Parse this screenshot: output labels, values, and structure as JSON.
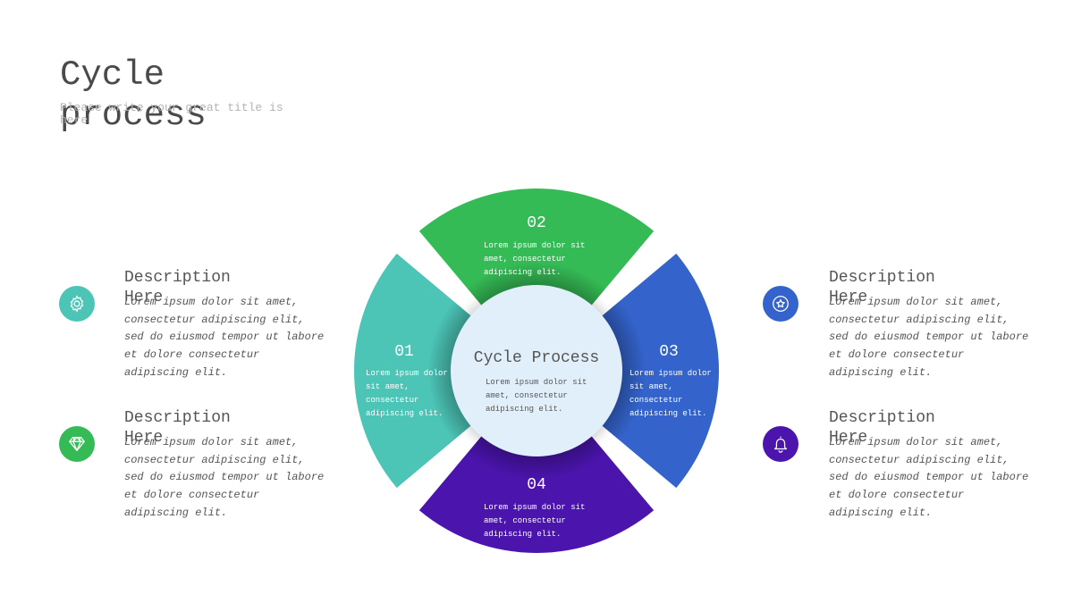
{
  "slide": {
    "title": "Cycle process",
    "subtitle": "Please write your great title is here"
  },
  "center": {
    "title": "Cycle Process",
    "text": "Lorem ipsum dolor sit amet, consectetur adipiscing elit."
  },
  "segments": [
    {
      "number": "01",
      "color": "#4cc5b7",
      "lines": [
        "Lorem ipsum dolor",
        "sit amet,",
        "consectetur",
        "adipiscing elit."
      ]
    },
    {
      "number": "02",
      "color": "#35bb55",
      "lines": [
        "Lorem ipsum dolor sit",
        "amet, consectetur",
        "adipiscing elit."
      ]
    },
    {
      "number": "03",
      "color": "#3363cb",
      "lines": [
        "Lorem ipsum dolor",
        "sit amet,",
        "consectetur",
        "adipiscing elit."
      ]
    },
    {
      "number": "04",
      "color": "#4a14ad",
      "lines": [
        "Lorem ipsum dolor sit",
        "amet, consectetur",
        "adipiscing elit."
      ]
    }
  ],
  "features": [
    {
      "icon": "gear-icon",
      "color": "#4cc5b7",
      "title": "Description Here",
      "text": "Lorem ipsum dolor sit amet, consectetur adipiscing elit, sed do eiusmod tempor  ut labore et dolore consectetur adipiscing elit."
    },
    {
      "icon": "diamond-icon",
      "color": "#35bb55",
      "title": "Description Here",
      "text": "Lorem ipsum dolor sit amet, consectetur adipiscing elit, sed do eiusmod tempor  ut labore et dolore consectetur adipiscing elit."
    },
    {
      "icon": "star-icon",
      "color": "#3363cb",
      "title": "Description Here",
      "text": "Lorem ipsum dolor sit amet, consectetur adipiscing elit, sed do eiusmod tempor  ut labore et dolore consectetur adipiscing elit."
    },
    {
      "icon": "bell-icon",
      "color": "#4a14ad",
      "title": "Description Here",
      "text": "Lorem ipsum dolor sit amet, consectetur adipiscing elit, sed do eiusmod tempor  ut labore et dolore consectetur adipiscing elit."
    }
  ]
}
